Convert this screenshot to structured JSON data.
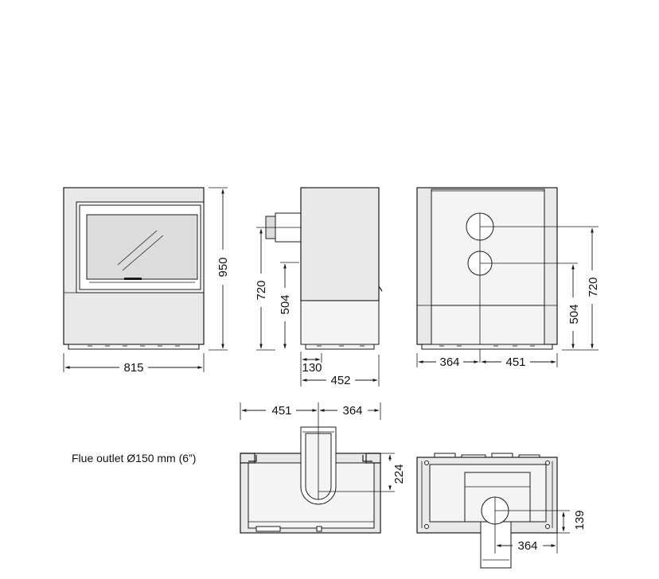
{
  "caption": "Flue outlet Ø150 mm (6”)",
  "labels": {
    "front_width": "815",
    "front_height": "950",
    "side_outlet_height": "720",
    "side_lower_height": "504",
    "side_offset": "130",
    "side_depth": "452",
    "rear_left": "364",
    "rear_right": "451",
    "rear_lower_outlet": "504",
    "rear_upper_outlet": "720",
    "top_left": "451",
    "top_right": "364",
    "top_depth": "224",
    "bottom_offset": "139",
    "bottom_width": "364"
  }
}
